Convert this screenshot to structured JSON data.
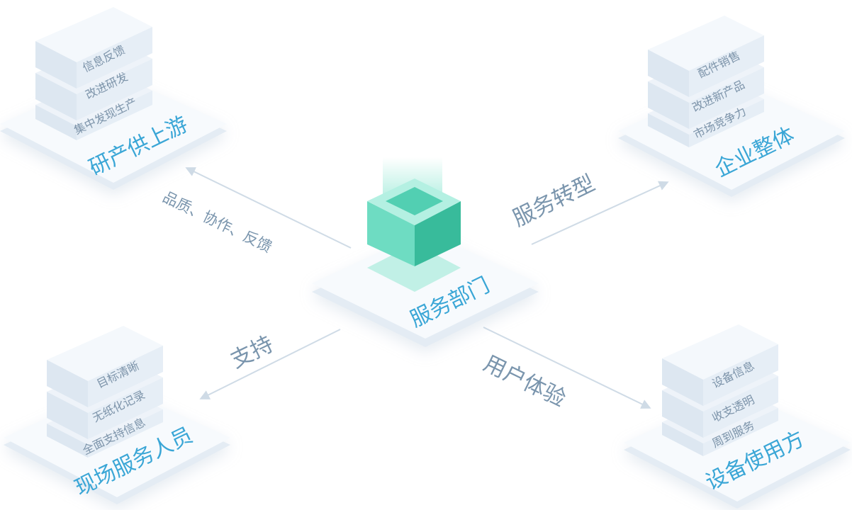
{
  "center": {
    "label": "服务部门"
  },
  "groups": {
    "top_left": {
      "title": "研产供上游",
      "items": [
        "信息反馈",
        "改进研发",
        "集中发现生产"
      ]
    },
    "top_right": {
      "title": "企业整体",
      "items": [
        "配件销售",
        "改进新产品",
        "市场竞争力"
      ]
    },
    "bottom_left": {
      "title": "现场服务人员",
      "items": [
        "目标清晰",
        "无纸化记录",
        "全面支持信息"
      ]
    },
    "bottom_right": {
      "title": "设备使用方",
      "items": [
        "设备信息",
        "收支透明",
        "周到服务"
      ]
    }
  },
  "arrows": {
    "top_left": "品质、协作、反馈",
    "top_right": "服务转型",
    "bottom_left": "支持",
    "bottom_right": "用户体验"
  },
  "colors": {
    "platform_top": "#f7fafd",
    "platform_side": "#e4ecf4",
    "block_face": "#eef3f9",
    "cube_front": "#5fd4ba",
    "cube_side": "#35b795",
    "text_blue": "#3aa6d6",
    "arrow": "#cfdbe6"
  }
}
